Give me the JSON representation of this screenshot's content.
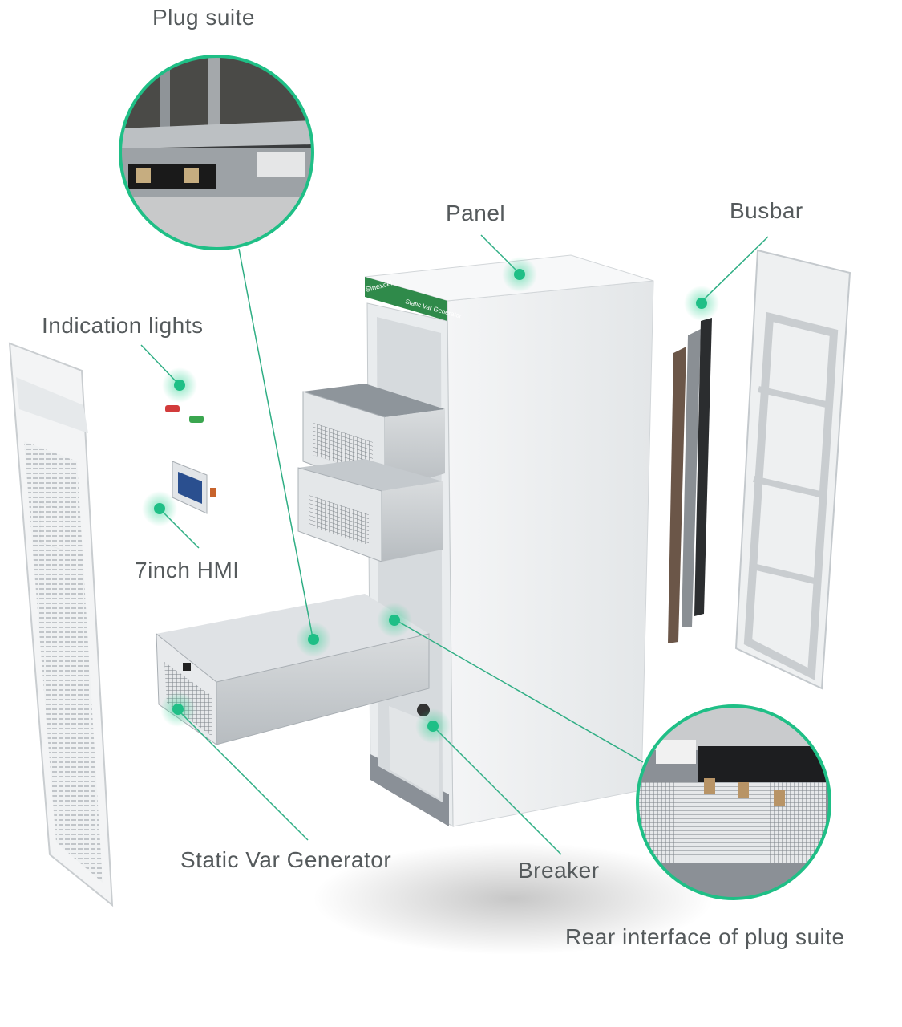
{
  "labels": {
    "plug_suite": "Plug suite",
    "panel": "Panel",
    "busbar": "Busbar",
    "indication_lights": "Indication lights",
    "hmi": "7inch HMI",
    "svg_module": "Static Var Generator",
    "breaker": "Breaker",
    "rear_interface": "Rear interface of plug suite"
  },
  "cabinet": {
    "brand": "Sinexcel",
    "model_text": "Static Var Generator"
  },
  "colors": {
    "accent": "#1fbf86",
    "callout_line": "#2fae84",
    "label_text": "#555a5c",
    "header_green": "#2f8a4a"
  }
}
